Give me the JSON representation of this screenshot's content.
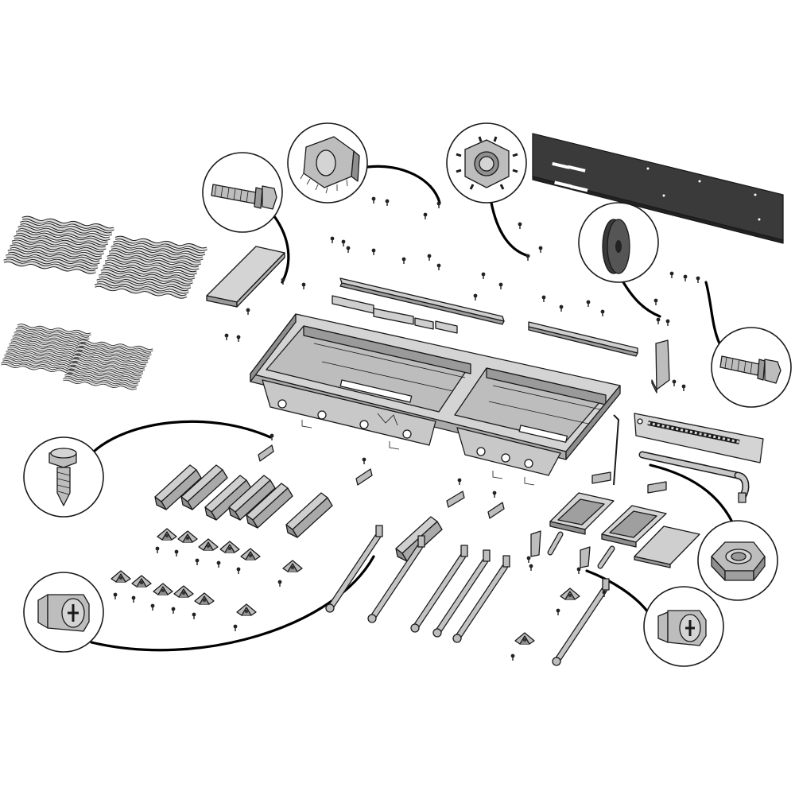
{
  "diagram": {
    "type": "exploded-assembly",
    "colors": {
      "outline": "#1a1a1a",
      "metal_light": "#d4d4d4",
      "metal_mid": "#bdbdbd",
      "metal_dark": "#8f8f8f",
      "panel_black": "#3a3a3a",
      "background": "#ffffff"
    },
    "callouts": [
      {
        "id": "bolt-long-flange",
        "icon": "hex-flange-bolt-icon"
      },
      {
        "id": "serrated-nut-a",
        "icon": "serrated-hex-nut-icon"
      },
      {
        "id": "serrated-nut-b",
        "icon": "serrated-hex-nut-icon"
      },
      {
        "id": "washer",
        "icon": "washer-icon"
      },
      {
        "id": "bolt-short-flange",
        "icon": "hex-flange-bolt-icon"
      },
      {
        "id": "self-tapping-screw",
        "icon": "self-tapping-screw-icon"
      },
      {
        "id": "phillips-hex-bolt-a",
        "icon": "phillips-hex-bolt-icon"
      },
      {
        "id": "hex-lock-nut",
        "icon": "hex-lock-nut-icon"
      },
      {
        "id": "phillips-hex-bolt-b",
        "icon": "phillips-hex-bolt-icon"
      }
    ]
  }
}
